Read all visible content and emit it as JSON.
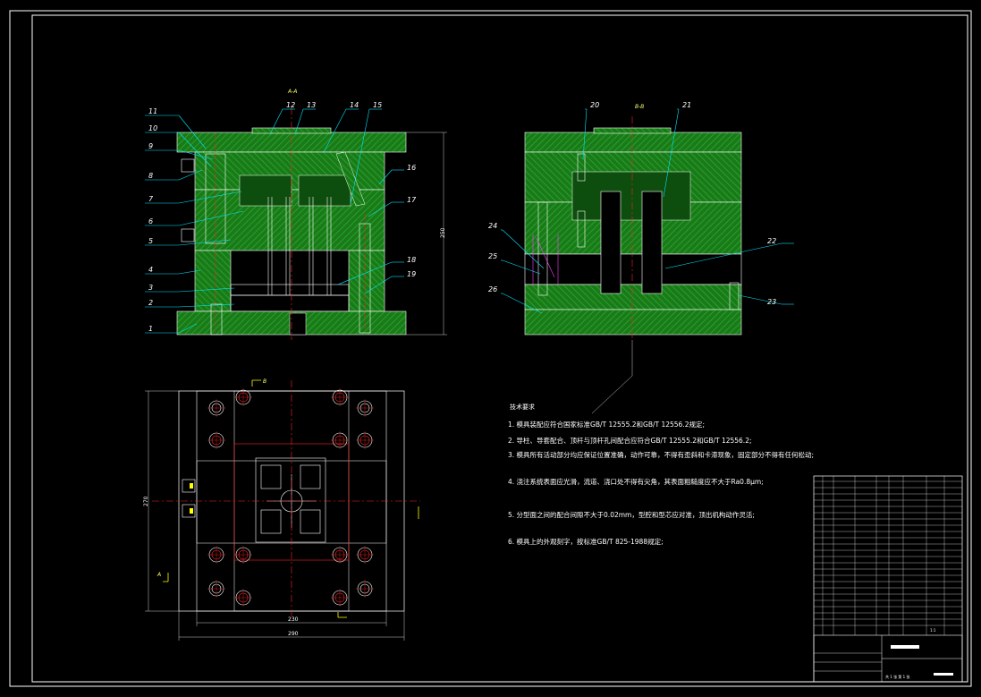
{
  "section_labels": {
    "left_view": "A-A",
    "right_view": "B-B",
    "plan_cut_1": "B",
    "plan_cut_2": "A"
  },
  "part_numbers": [
    "1",
    "2",
    "3",
    "4",
    "5",
    "6",
    "7",
    "8",
    "9",
    "10",
    "11",
    "12",
    "13",
    "14",
    "15",
    "16",
    "17",
    "18",
    "19",
    "20",
    "21",
    "22",
    "23",
    "24",
    "25",
    "26"
  ],
  "dimensions": {
    "left_height": "250",
    "plan_height": "270",
    "plan_width_inner": "230",
    "plan_width_outer": "290"
  },
  "technical_requirements": {
    "title": "技术要求",
    "items": [
      "1. 模具装配应符合国家标准GB/T 12555.2和GB/T 12556.2规定;",
      "2. 导柱、导套配合、顶杆与顶杆孔间配合应符合GB/T 12555.2和GB/T 12556.2;",
      "3. 模具所有活动部分均应保证位置准确，动作可靠，不得有歪斜和卡滞现象，固定部分不得有任何松动;",
      "4. 浇注系统表面应光滑，流道、浇口处不得有尖角，其表面粗糙度应不大于Ra0.8μm;",
      "5. 分型面之间的配合间隙不大于0.02mm，型腔和型芯应对准，顶出机构动作灵活;",
      "6. 模具上的外观刻字，按标准GB/T 825-1988规定;"
    ]
  },
  "title_block": {
    "scale": "1:1",
    "sheet": "共 1 张  第 1 张"
  },
  "colors": {
    "background": "#000000",
    "hatch": "#1c8c1c",
    "outline": "#ffffff",
    "red_line": "#ff2020",
    "leader": "#00e5ff",
    "yellow": "#ffff00",
    "magenta": "#ff40ff"
  }
}
